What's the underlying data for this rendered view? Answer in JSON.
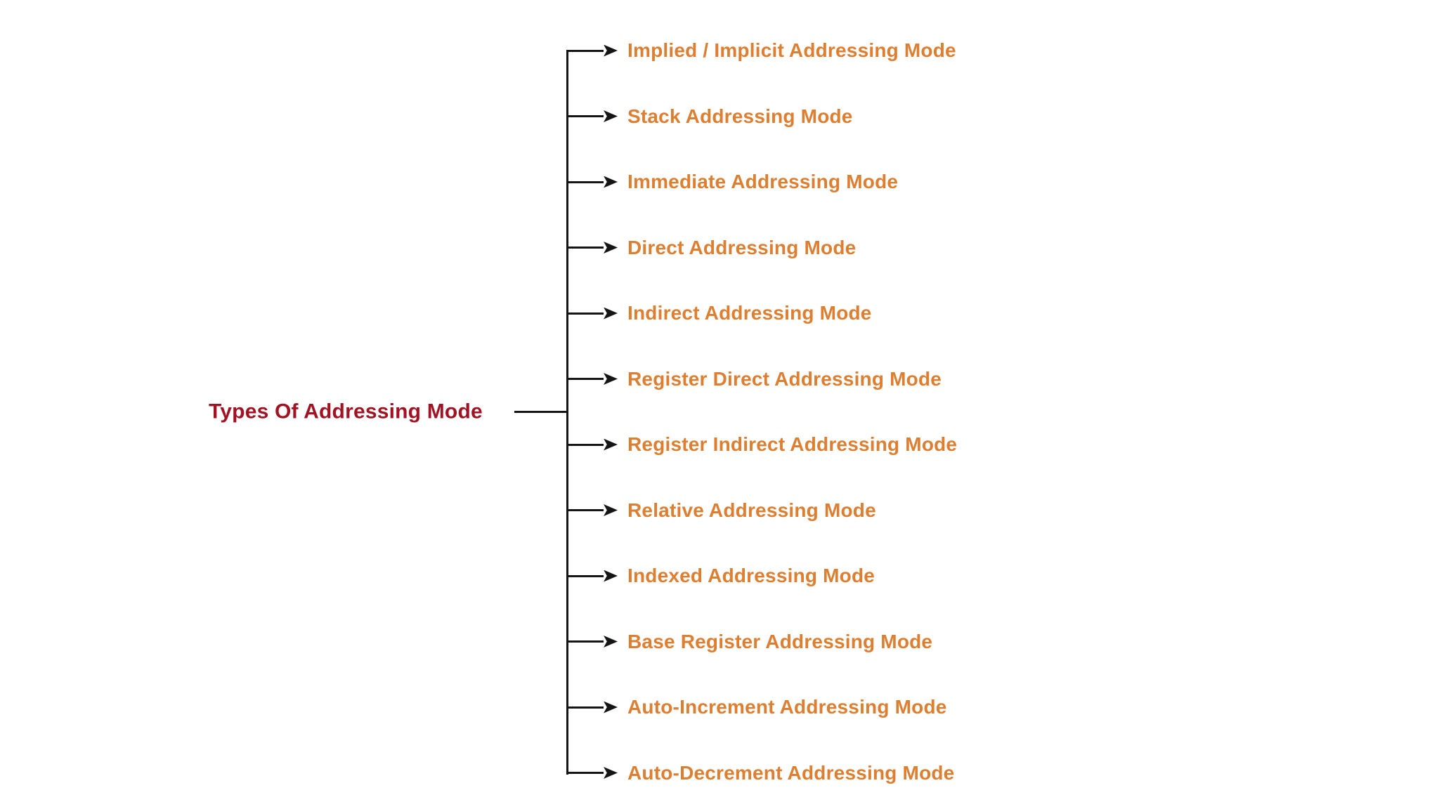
{
  "diagram": {
    "root": {
      "label": "Types Of Addressing Mode",
      "color": "#A11322"
    },
    "items": [
      {
        "label": "Implied / Implicit Addressing Mode"
      },
      {
        "label": "Stack Addressing Mode"
      },
      {
        "label": "Immediate Addressing Mode"
      },
      {
        "label": "Direct Addressing Mode"
      },
      {
        "label": "Indirect Addressing Mode"
      },
      {
        "label": "Register Direct Addressing Mode"
      },
      {
        "label": "Register Indirect Addressing Mode"
      },
      {
        "label": "Relative Addressing Mode"
      },
      {
        "label": "Indexed Addressing Mode"
      },
      {
        "label": "Base Register Addressing Mode"
      },
      {
        "label": "Auto-Increment Addressing Mode"
      },
      {
        "label": "Auto-Decrement Addressing Mode"
      }
    ],
    "item_color": "#DD7E30",
    "line_color": "#151515",
    "icons": {
      "branch_arrow": "arrow-right"
    }
  }
}
